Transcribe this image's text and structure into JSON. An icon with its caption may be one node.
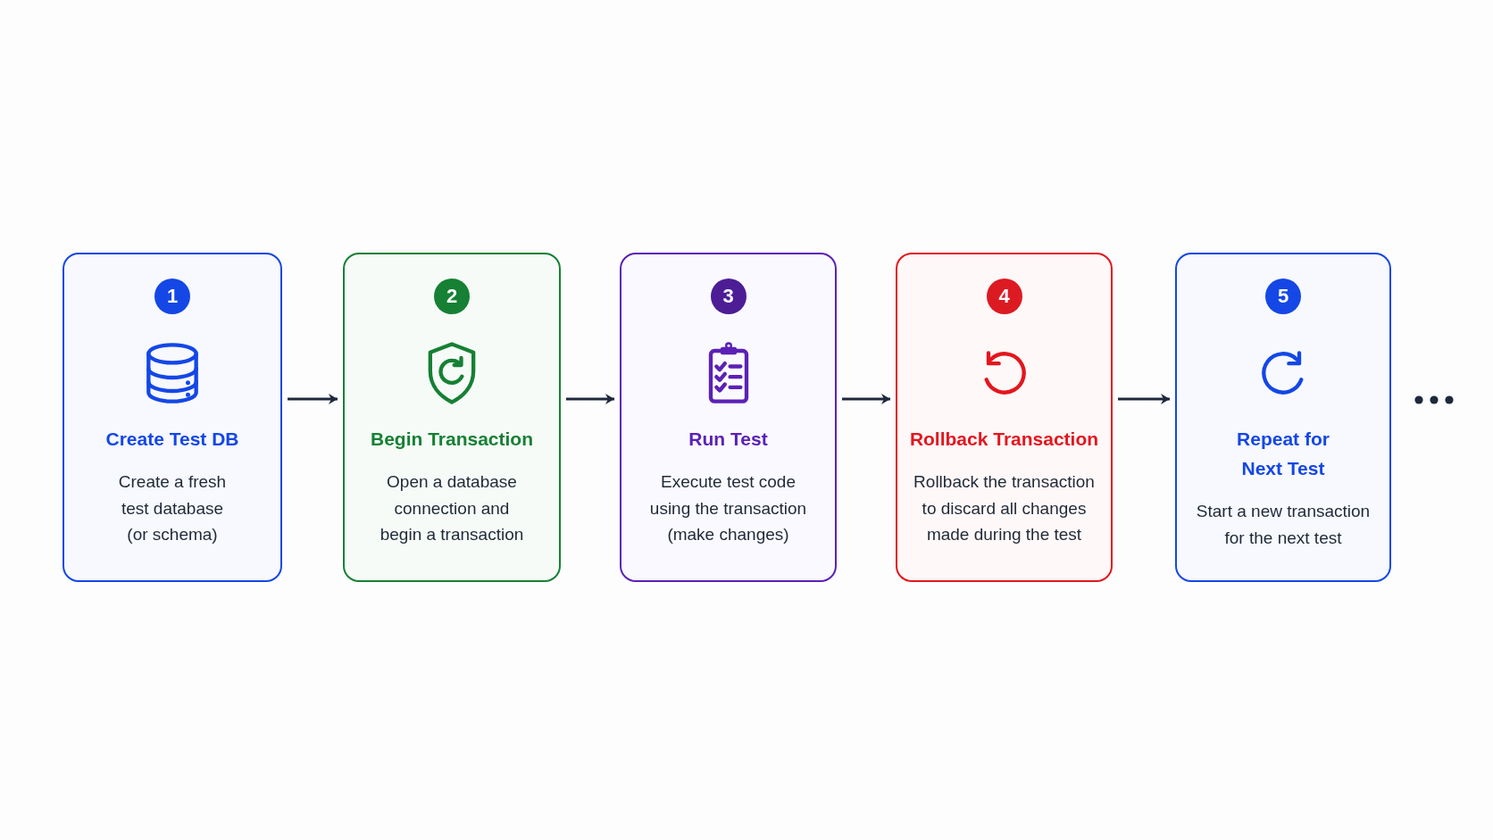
{
  "diagram": {
    "nodes": [
      {
        "text": [
          "Create Test DB",
          "Create a fresh test database (or schema)"
        ]
      },
      {
        "text": [
          "1"
        ],
        "in": 0
      },
      {
        "text": [
          "Begin Transaction",
          "Open a database connection and begin a transaction"
        ]
      },
      {
        "text": [
          "2"
        ],
        "in": 2
      },
      {
        "text": [
          "Run Test",
          "Execute test code using the transaction (make changes)"
        ]
      },
      {
        "text": [
          "3"
        ],
        "in": 4
      },
      {
        "text": [
          "Rollback Transaction",
          "Rollback the transaction to discard all changes made during the test"
        ]
      },
      {
        "text": [
          "4"
        ],
        "in": 6
      },
      {
        "text": [
          "Repeat for Next Test",
          "Start a new transaction for the next test"
        ]
      },
      {
        "text": [
          "5"
        ],
        "in": 8
      }
    ],
    "edges": [
      {
        "from": 0,
        "to": 2,
        "arrow": "to"
      },
      {
        "from": 2,
        "to": 4,
        "arrow": "to"
      },
      {
        "from": 4,
        "to": 6,
        "arrow": "to"
      },
      {
        "from": 6,
        "to": 8,
        "arrow": "to"
      }
    ]
  }
}
